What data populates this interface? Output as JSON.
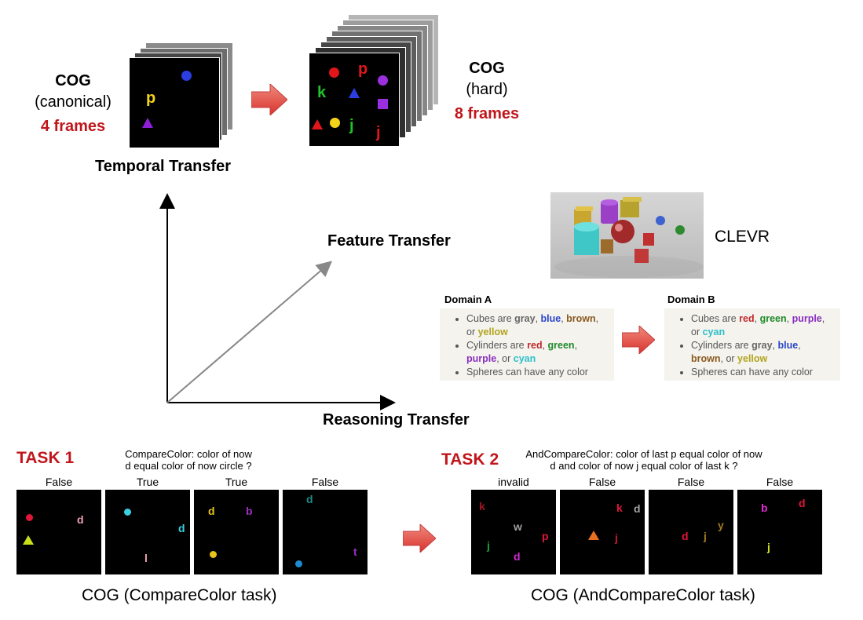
{
  "top": {
    "left_label": {
      "title": "COG",
      "sub": "(canonical)",
      "frames": "4 frames"
    },
    "right_label": {
      "title": "COG",
      "sub": "(hard)",
      "frames": "8 frames"
    },
    "temporal_transfer": "Temporal Transfer",
    "canonical_glyphs": {
      "p": "p"
    },
    "hard_glyphs": {
      "p": "p",
      "k": "k",
      "j1": "j",
      "j2": "j"
    }
  },
  "axes": {
    "feature_transfer": "Feature Transfer",
    "reasoning_transfer": "Reasoning Transfer"
  },
  "clevr": {
    "label": "CLEVR",
    "domain_a": {
      "title": "Domain A",
      "cubes": [
        "Cubes are ",
        "gray",
        ", ",
        "blue",
        ", ",
        "brown",
        ", or ",
        "yellow"
      ],
      "cylinders": [
        "Cylinders are ",
        "red",
        ", ",
        "green",
        ", ",
        "purple",
        ", or ",
        "cyan"
      ],
      "spheres": "Spheres can have any color"
    },
    "domain_b": {
      "title": "Domain B",
      "cubes": [
        "Cubes are ",
        "red",
        ", ",
        "green",
        ", ",
        "purple",
        ", or ",
        "cyan"
      ],
      "cylinders": [
        "Cylinders are ",
        "gray",
        ", ",
        "blue",
        ", ",
        "brown",
        ", or ",
        "yellow"
      ],
      "spheres": "Spheres can have any color"
    }
  },
  "task1": {
    "label": "TASK 1",
    "instruction_line1": "CompareColor: color of now",
    "instruction_line2": "d equal color of now circle ?",
    "panel_labels": [
      "False",
      "True",
      "True",
      "False"
    ],
    "glyphs": {
      "p1_d": "d",
      "p2_d": "d",
      "p2_l": "l",
      "p3_d": "d",
      "p3_b": "b",
      "p4_d": "d",
      "p4_t": "t"
    },
    "caption": "COG (CompareColor task)"
  },
  "task2": {
    "label": "TASK 2",
    "instruction_line1": "AndCompareColor: color of last p equal color of now",
    "instruction_line2": "d and color of now j equal color of last k ?",
    "panel_labels": [
      "invalid",
      "False",
      "False",
      "False"
    ],
    "glyphs": {
      "p1_k": "k",
      "p1_w": "w",
      "p1_j": "j",
      "p1_p": "p",
      "p1_d": "d",
      "p2_k": "k",
      "p2_d": "d",
      "p2_j": "j",
      "p3_d": "d",
      "p3_j": "j",
      "p3_y": "y",
      "p4_b": "b",
      "p4_d": "d",
      "p4_j": "j"
    },
    "caption": "COG (AndCompareColor task)"
  },
  "colors": {
    "accent_red": "#c0161b",
    "arrow_red": "#e0463f",
    "domain_bg": "#f4f3ee"
  }
}
